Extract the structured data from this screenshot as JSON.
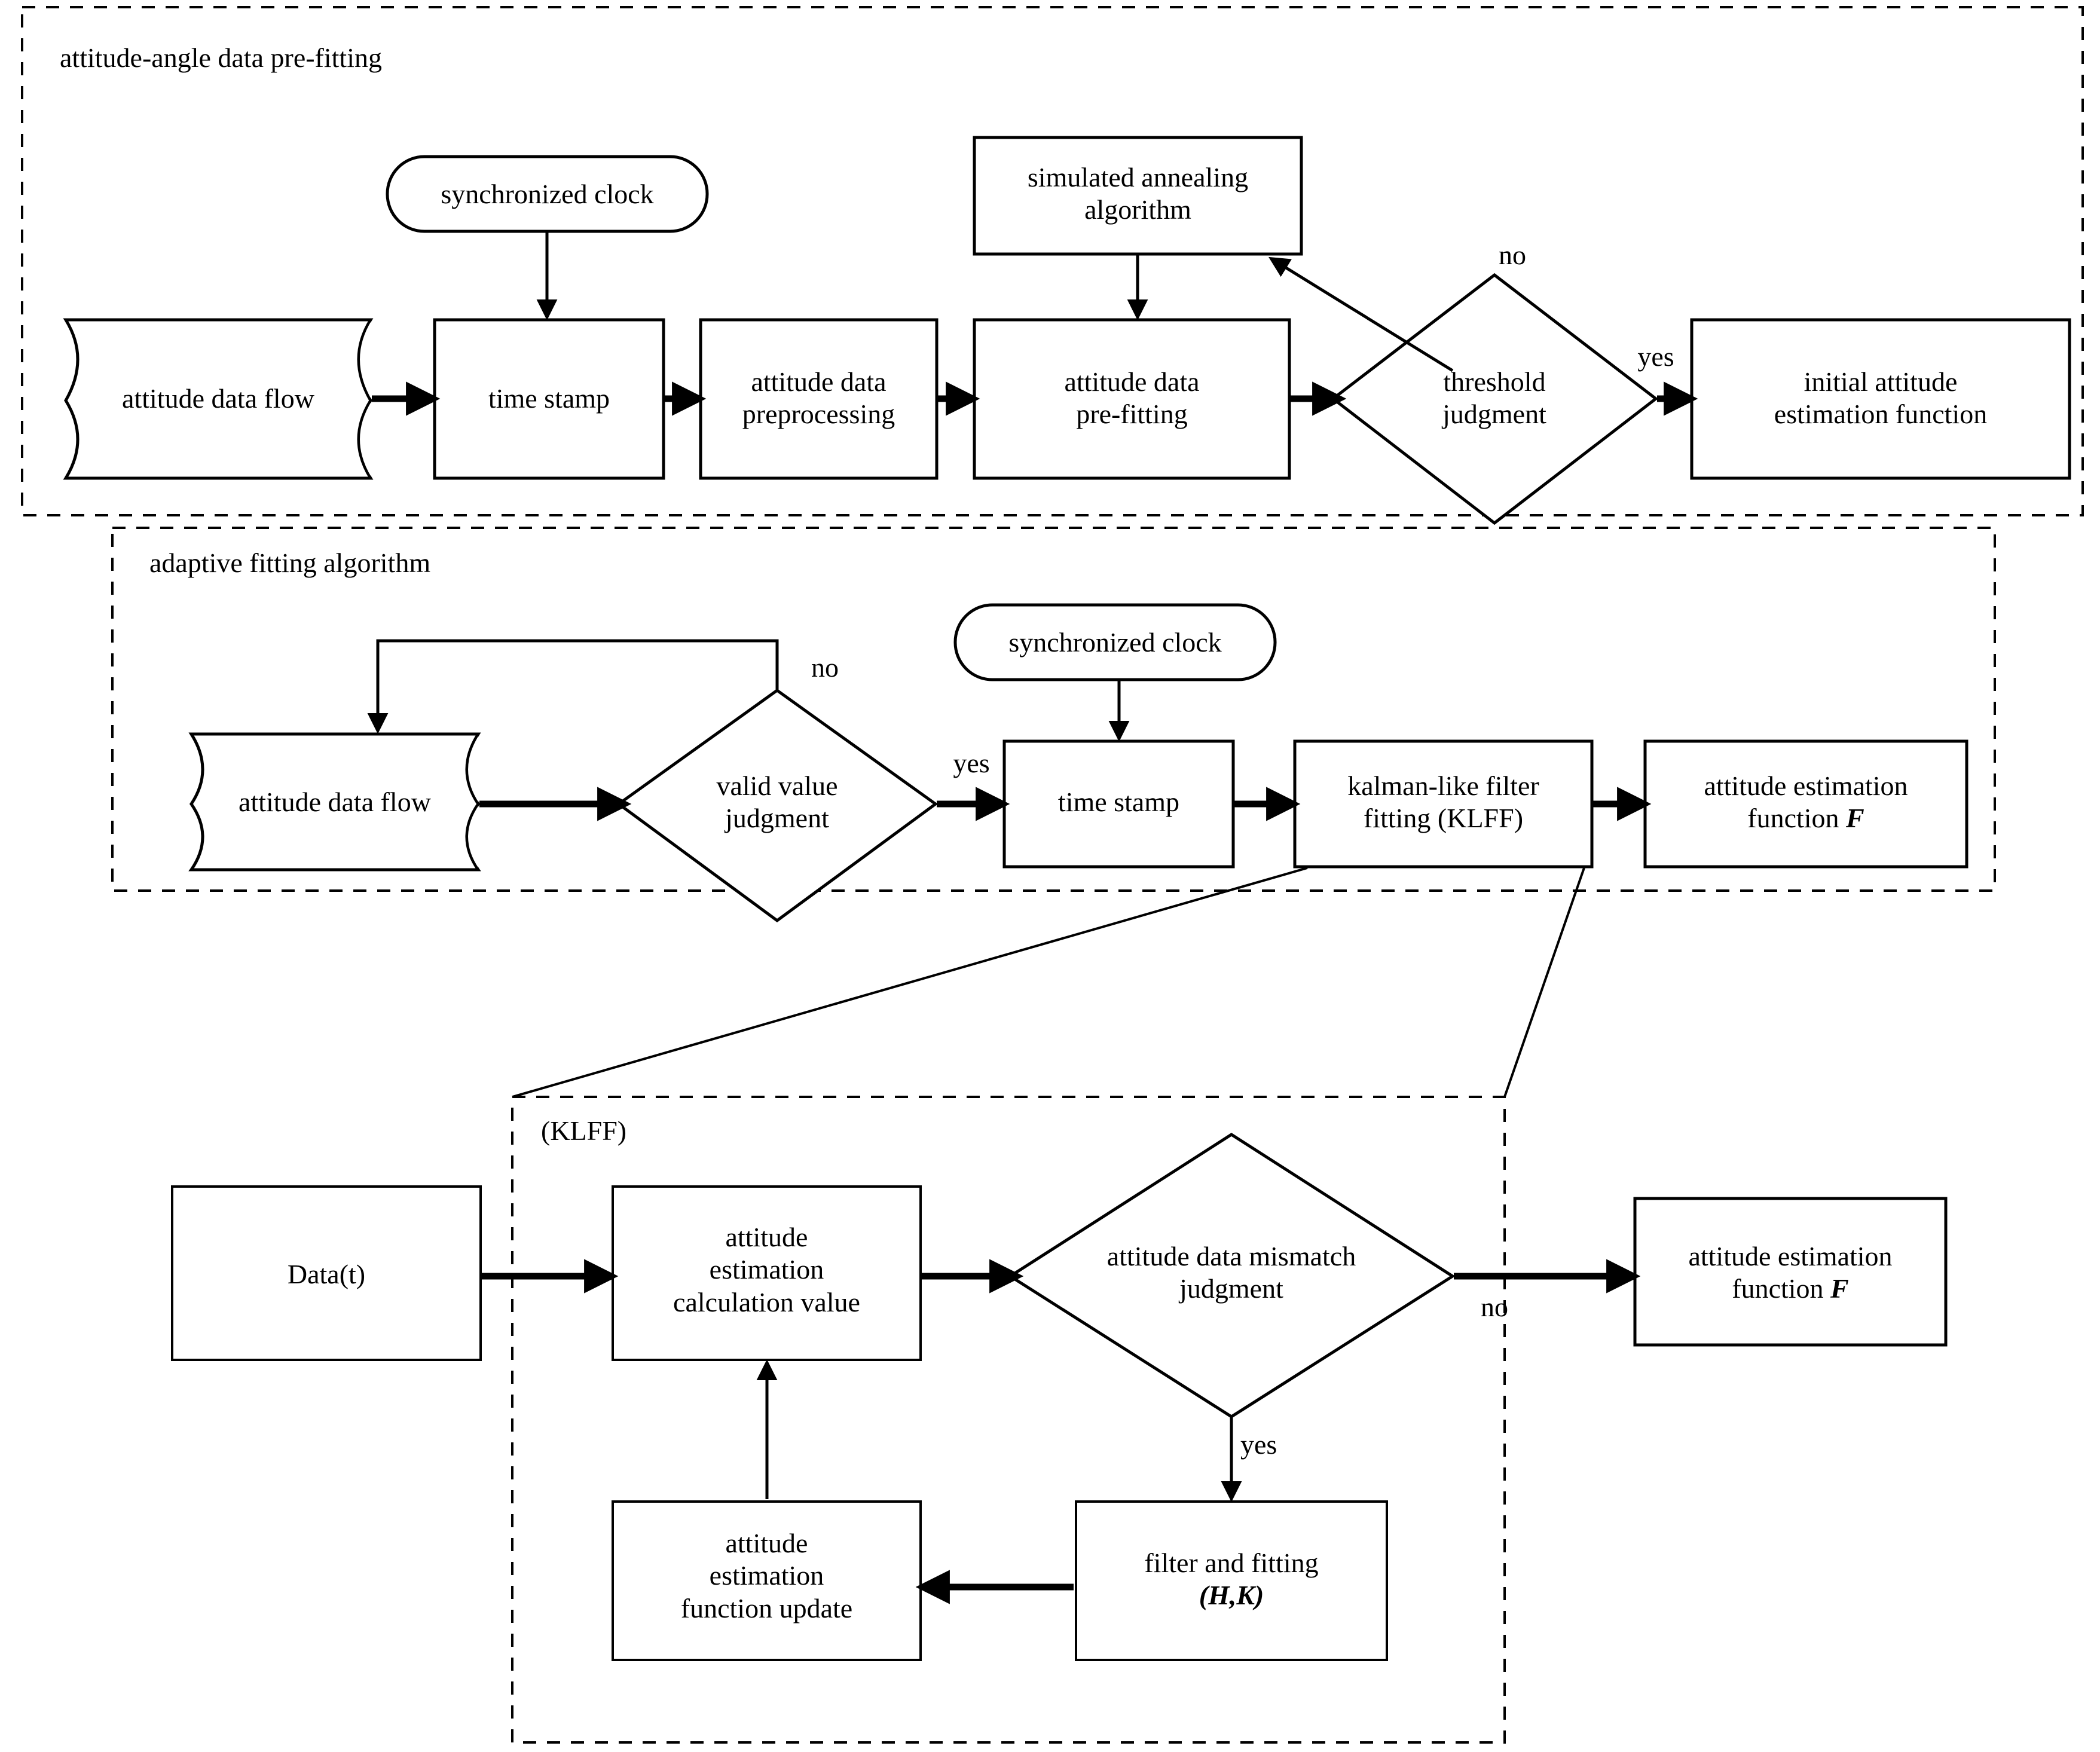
{
  "diagram": {
    "title_sections": [
      {
        "id": "sec1",
        "label": "attitude-angle data pre-fitting"
      },
      {
        "id": "sec2",
        "label": "adaptive fitting algorithm"
      },
      {
        "id": "sec3",
        "label": "(KLFF)"
      }
    ]
  },
  "section1": {
    "group_label": "attitude-angle data pre-fitting",
    "nodes": {
      "clock": "synchronized clock",
      "data_flow": "attitude data flow",
      "time_stamp": "time stamp",
      "preprocessing": "attitude data\npreprocessing",
      "annealing": "simulated annealing\nalgorithm",
      "pre_fitting": "attitude data\npre-fitting",
      "threshold": "threshold\njudgment",
      "initial_function": "initial attitude\nestimation function"
    },
    "edges": {
      "no": "no",
      "yes": "yes"
    }
  },
  "section2": {
    "group_label": "adaptive fitting algorithm",
    "nodes": {
      "data_flow": "attitude data flow",
      "valid_judgment": "valid value\njudgment",
      "clock": "synchronized clock",
      "time_stamp": "time stamp",
      "klff": "kalman-like filter\nfitting (KLFF)",
      "estimation_function": "attitude estimation\nfunction ",
      "estimation_function_sym": "F"
    },
    "edges": {
      "no": "no",
      "yes": "yes"
    }
  },
  "section3": {
    "group_label": "(KLFF)",
    "nodes": {
      "data_t": "Data(t)",
      "calc_value": "attitude\nestimation\ncalculation value",
      "mismatch": "attitude data mismatch\njudgment",
      "estimation_function": "attitude estimation\nfunction ",
      "estimation_function_sym": "F",
      "filter_fitting": "filter and fitting\n",
      "filter_fitting_sym": "(H,K)",
      "function_update": "attitude\nestimation\nfunction update"
    },
    "edges": {
      "no": "no",
      "yes": "yes"
    }
  },
  "colors": {
    "stroke": "#000000",
    "fill": "#ffffff",
    "background": "#ffffff"
  }
}
